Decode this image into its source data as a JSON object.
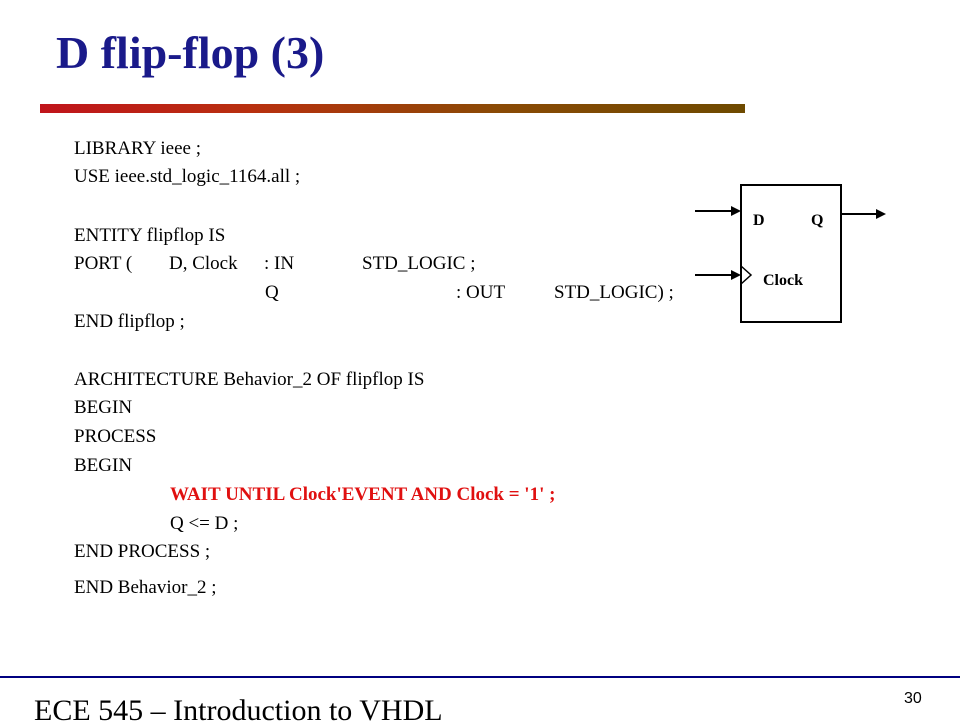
{
  "slide": {
    "title": "D flip-flop (3)",
    "footer": "ECE 545 – Introduction to VHDL",
    "page_number": "30"
  },
  "code": {
    "line1": "LIBRARY ieee ;",
    "line2": "USE ieee.std_logic_1164.all ;",
    "line3": "ENTITY flipflop IS",
    "port_open": "PORT (",
    "port1_sig": "D, Clock",
    "port1_mode": ": IN",
    "port1_type": "STD_LOGIC ;",
    "port2_sig": "Q",
    "port2_mode": ": OUT",
    "port2_type": "STD_LOGIC) ;",
    "line6": "END flipflop ;",
    "line7": "ARCHITECTURE Behavior_2 OF flipflop IS",
    "line8": "BEGIN",
    "line9": "PROCESS",
    "line10": "BEGIN",
    "line11": "WAIT UNTIL Clock'EVENT AND Clock = '1' ;",
    "line12": "Q <= D ;",
    "line13": "END PROCESS ;",
    "line14": "END Behavior_2 ;"
  },
  "diagram": {
    "d_label": "D",
    "q_label": "Q",
    "clock_label": "Clock"
  },
  "colors": {
    "title": "#1a1a8a",
    "highlight": "#e01010"
  }
}
